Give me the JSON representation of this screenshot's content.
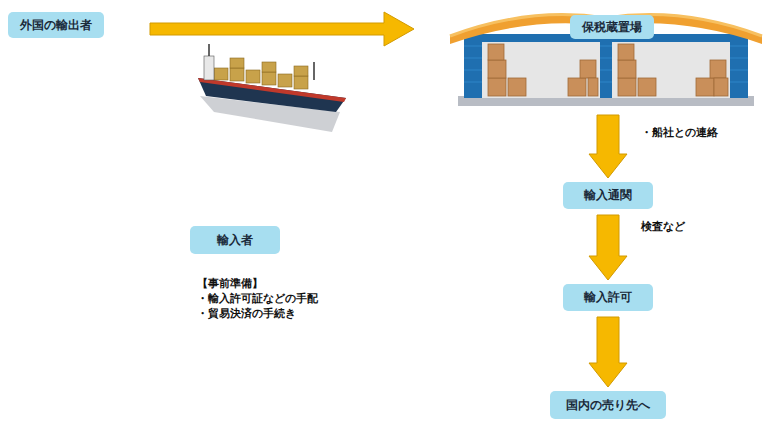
{
  "diagram": {
    "nodes": [
      {
        "text": [
          "外国の輸出者"
        ]
      },
      {
        "text": [
          "保税蔵置場"
        ]
      },
      {
        "text": [
          "輸入通関"
        ]
      },
      {
        "text": [
          "輸入許可"
        ]
      },
      {
        "text": [
          "国内の売り先へ"
        ]
      },
      {
        "text": [
          "輸入者"
        ]
      }
    ],
    "edges": [
      {
        "from": 0,
        "to": 1,
        "arrow": "to"
      },
      {
        "from": 1,
        "to": 2,
        "label": "・船社との連絡",
        "arrow": "to"
      },
      {
        "from": 2,
        "to": 3,
        "label": "検査など",
        "arrow": "to"
      },
      {
        "from": 3,
        "to": 4,
        "arrow": "to"
      }
    ],
    "labels": [
      "【事前準備】",
      "・輸入許可証などの手配",
      "・貿易決済の手続き"
    ]
  }
}
